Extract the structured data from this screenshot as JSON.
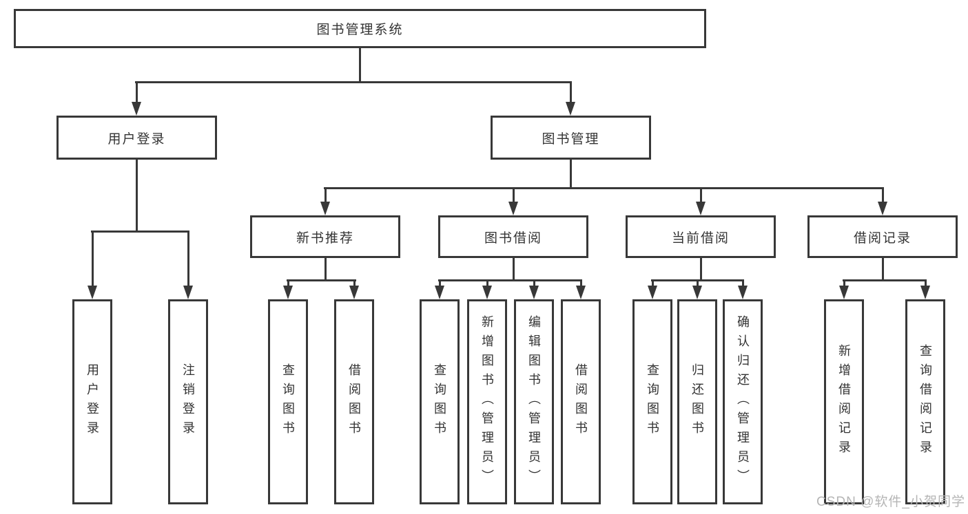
{
  "diagram": {
    "title": "图书管理系统",
    "type": "hierarchy-tree",
    "nodes": {
      "root": "图书管理系统",
      "user_login": "用户登录",
      "book_mgmt": "图书管理",
      "new_book": "新书推荐",
      "book_borrow": "图书借阅",
      "current_borrow": "当前借阅",
      "borrow_record": "借阅记录",
      "ul_login": "用户登录",
      "ul_logout": "注销登录",
      "nb_query": "查询图书",
      "nb_borrow": "借阅图书",
      "bb_query": "查询图书",
      "bb_add": "新增图书（管理员）",
      "bb_edit": "编辑图书（管理员）",
      "bb_borrow": "借阅图书",
      "cb_query": "查询图书",
      "cb_return": "归还图书",
      "cb_confirm": "确认归还（管理员）",
      "br_add": "新增借阅记录",
      "br_query": "查询借阅记录"
    },
    "hierarchy": {
      "图书管理系统": {
        "用户登录": [
          "用户登录",
          "注销登录"
        ],
        "图书管理": {
          "新书推荐": [
            "查询图书",
            "借阅图书"
          ],
          "图书借阅": [
            "查询图书",
            "新增图书（管理员）",
            "编辑图书（管理员）",
            "借阅图书"
          ],
          "当前借阅": [
            "查询图书",
            "归还图书",
            "确认归还（管理员）"
          ],
          "借阅记录": [
            "新增借阅记录",
            "查询借阅记录"
          ]
        }
      }
    },
    "colors": {
      "line": "#383838",
      "text": "#333333",
      "box_fill": "#ffffff",
      "background": "#ffffff",
      "watermark": "#b5b5b5"
    }
  },
  "watermark": "CSDN @软件_小贺同学"
}
